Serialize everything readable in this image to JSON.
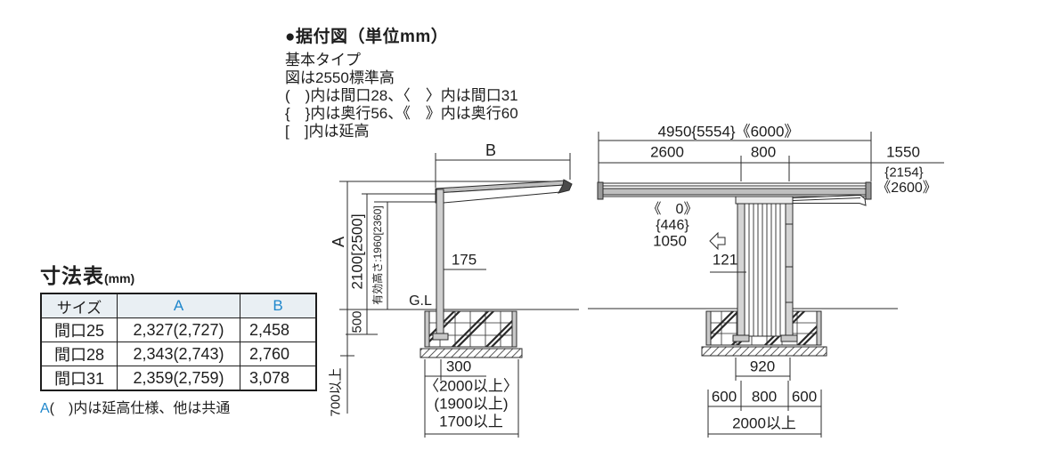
{
  "header": {
    "title": "●据付図（単位mm）"
  },
  "legend": {
    "lines": [
      "基本タイプ",
      "図は2550標準高",
      "(　)内は間口28、〈　〉内は間口31",
      "{　}内は奥行56、《　》内は奥行60",
      "[　]内は延高"
    ]
  },
  "table": {
    "title": "寸法表",
    "title_unit": "(mm)",
    "headers": [
      "サイズ",
      "A",
      "B"
    ],
    "rows": [
      {
        "size": "間口25",
        "a": "2,327(2,727)",
        "b": "2,458"
      },
      {
        "size": "間口28",
        "a": "2,343(2,743)",
        "b": "2,760"
      },
      {
        "size": "間口31",
        "a": "2,359(2,759)",
        "b": "3,078"
      }
    ],
    "note_prefix": "A",
    "note_body": "(　)内は延高仕様、他は共通"
  },
  "side_view": {
    "width_label": "B",
    "height_label": "A",
    "standard_height": "2100[2500]",
    "effective_height": "有効高さ:1960[2360]",
    "embed_depth": "500",
    "foundation_depth": "700以上",
    "post_size": "175",
    "ground_level": "G.L",
    "post_offset": "300",
    "footing_dims": [
      "〈2000以上〉",
      "(1900以上)",
      "1700以上"
    ]
  },
  "front_view": {
    "overall_depth": "4950{5554}《6000》",
    "front_section": "2600",
    "post_section": "800",
    "rear_section": "1550",
    "rear_section_d56": "{2154}",
    "rear_section_d60": "《2600》",
    "roof_offset_d60": "《　0》",
    "roof_offset_d56": "{446}",
    "roof_offset_d50": "1050",
    "post_width": "121",
    "anchor_width": "920",
    "footing_segments": [
      "600",
      "800",
      "600"
    ],
    "footing_width": "2000以上"
  },
  "colors": {
    "accent_blue": "#1f87cc",
    "table_header_bg": "#e9eff3",
    "line_color": "#2b2b2b",
    "metal_gray": "#bfbfbf"
  }
}
